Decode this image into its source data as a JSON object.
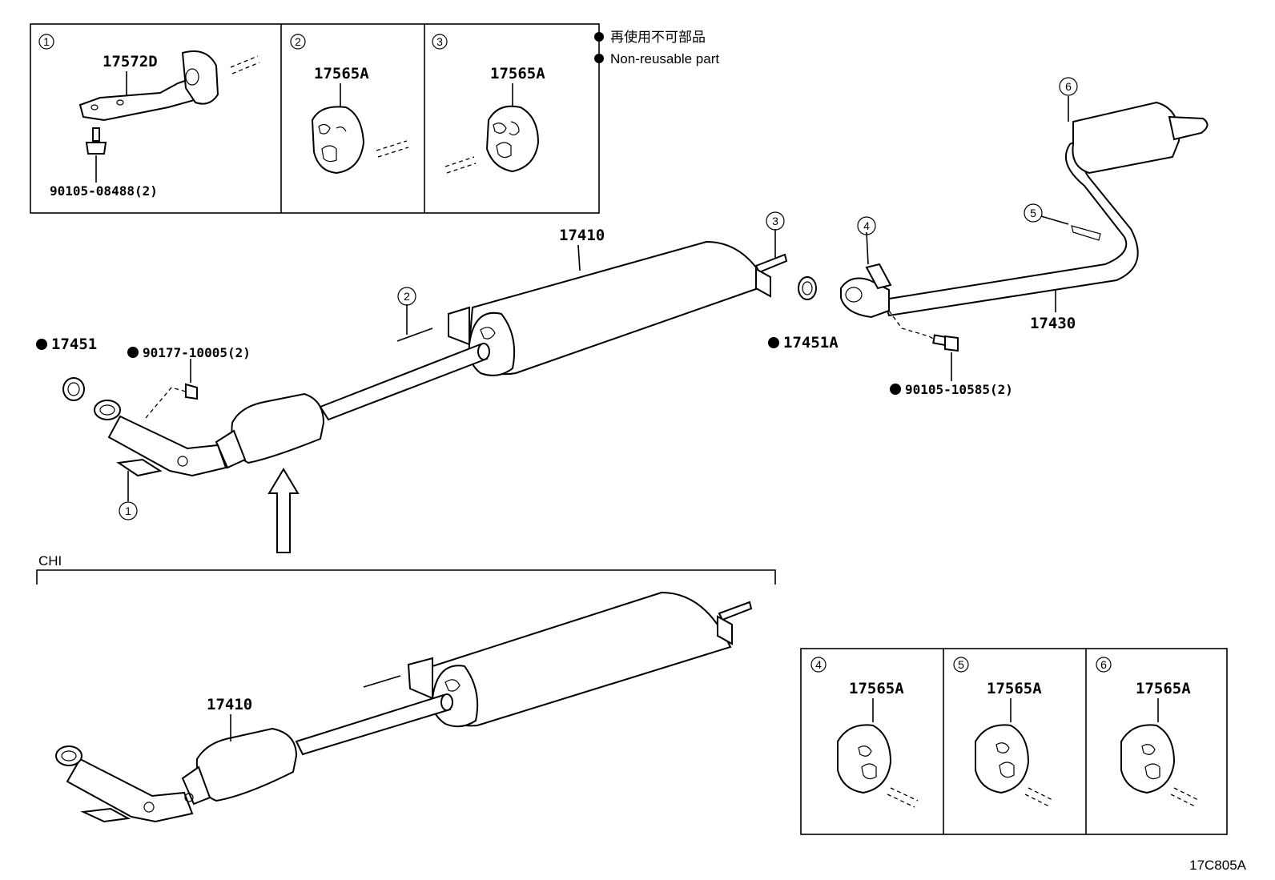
{
  "legend": {
    "line1": "再使用不可部品",
    "line2": "Non-reusable part"
  },
  "callouts": [
    "1",
    "2",
    "3",
    "4",
    "5",
    "6"
  ],
  "insets": {
    "i1": {
      "num": "1",
      "part": "17572D",
      "bolt": "90105-08488(2)"
    },
    "i2": {
      "num": "2",
      "part": "17565A"
    },
    "i3": {
      "num": "3",
      "part": "17565A"
    },
    "i4": {
      "num": "4",
      "part": "17565A"
    },
    "i5": {
      "num": "5",
      "part": "17565A"
    },
    "i6": {
      "num": "6",
      "part": "17565A"
    }
  },
  "main": {
    "p17410": "17410",
    "p17430": "17430",
    "p17451": "17451",
    "p17451A": "17451A",
    "p90177": "90177-10005(2)",
    "p90105": "90105-10585(2)"
  },
  "chi": {
    "label": "CHI",
    "part": "17410"
  },
  "footer": {
    "code": "17C805A"
  }
}
